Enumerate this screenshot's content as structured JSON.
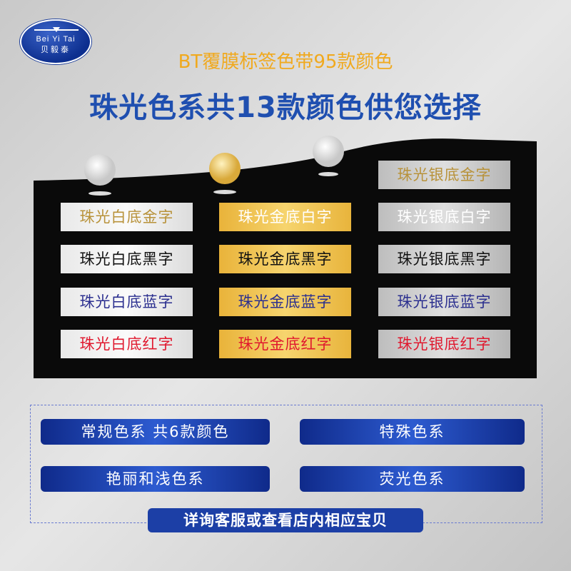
{
  "logo": {
    "en": "Bei Yi Tai",
    "cn": "贝毅泰"
  },
  "subtitle": "BT覆膜标签色带95款颜色",
  "title": "珠光色系共13款颜色供您选择",
  "labels": {
    "silver_top": "珠光银底金字",
    "white": [
      "珠光白底金字",
      "珠光白底黑字",
      "珠光白底蓝字",
      "珠光白底红字"
    ],
    "gold": [
      "珠光金底白字",
      "珠光金底黑字",
      "珠光金底蓝字",
      "珠光金底红字"
    ],
    "silver": [
      "珠光银底白字",
      "珠光银底黑字",
      "珠光银底蓝字",
      "珠光银底红字"
    ]
  },
  "buttons": [
    "常规色系  共6款颜色",
    "特殊色系",
    "艳丽和浅色系",
    "荧光色系"
  ],
  "cta": "详询客服或查看店内相应宝贝",
  "colors": {
    "gold_text": "#b8923a",
    "black": "#111111",
    "blue": "#2b2f8f",
    "red": "#e0182e",
    "white": "#ffffff"
  }
}
